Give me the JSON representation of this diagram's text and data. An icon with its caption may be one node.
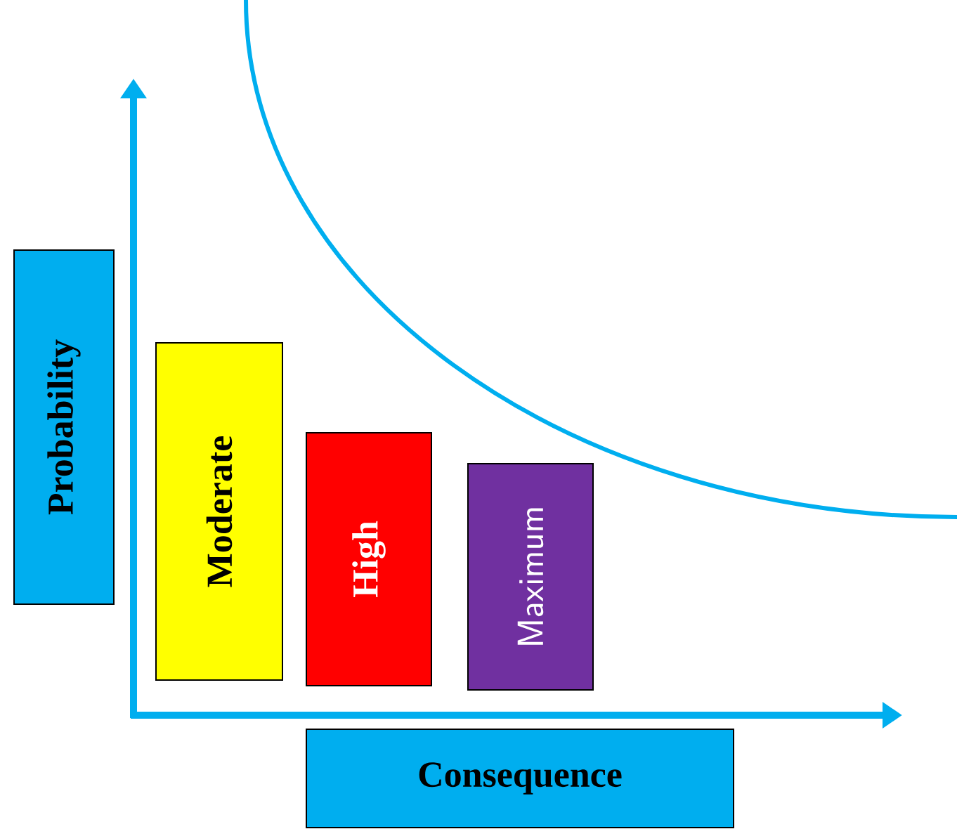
{
  "diagram": {
    "nodes": [
      {
        "text": [
          "Probability"
        ]
      },
      {
        "text": [
          "Moderate"
        ]
      },
      {
        "text": [
          "High"
        ]
      },
      {
        "text": [
          "Maximum"
        ]
      },
      {
        "text": [
          "Consequence"
        ]
      }
    ]
  }
}
